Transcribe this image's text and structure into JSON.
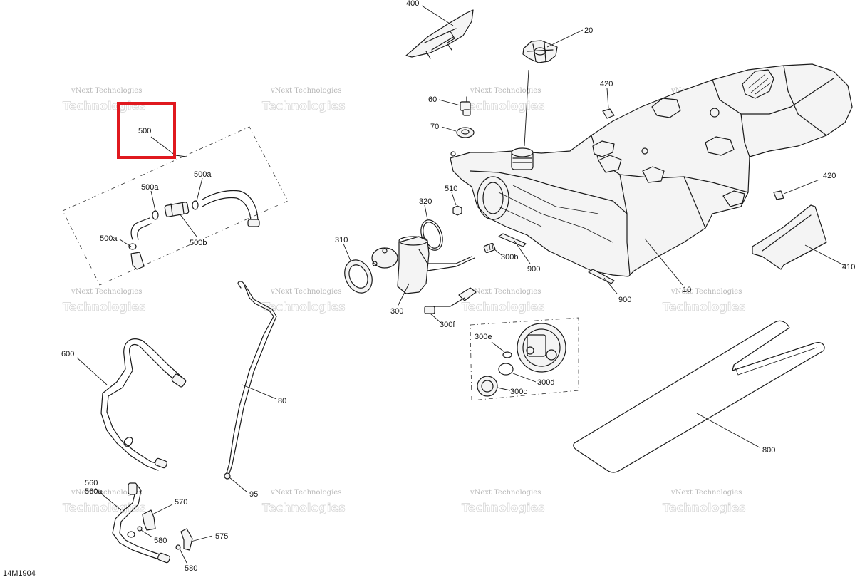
{
  "diagram_code": "14M1904",
  "watermark": {
    "line1": "vNext Technologies",
    "line2": "Technologies"
  },
  "highlight": {
    "part": "500",
    "color": "#e0191f"
  },
  "callouts": {
    "c400": "400",
    "c20": "20",
    "c60": "60",
    "c70": "70",
    "c420a": "420",
    "c420b": "420",
    "c410": "410",
    "c10": "10",
    "c510": "510",
    "c320": "320",
    "c310": "310",
    "c300": "300",
    "c300b": "300b",
    "c300f": "300f",
    "c900a": "900",
    "c900b": "900",
    "c300e": "300e",
    "c300d": "300d",
    "c300c": "300c",
    "c800": "800",
    "c500": "500",
    "c500a_top": "500a",
    "c500a_left": "500a",
    "c500a_right": "500a",
    "c500b": "500b",
    "c600": "600",
    "c80": "80",
    "c95": "95",
    "c560": "560",
    "c560a": "560a",
    "c570": "570",
    "c575": "575",
    "c580a": "580",
    "c580b": "580"
  }
}
